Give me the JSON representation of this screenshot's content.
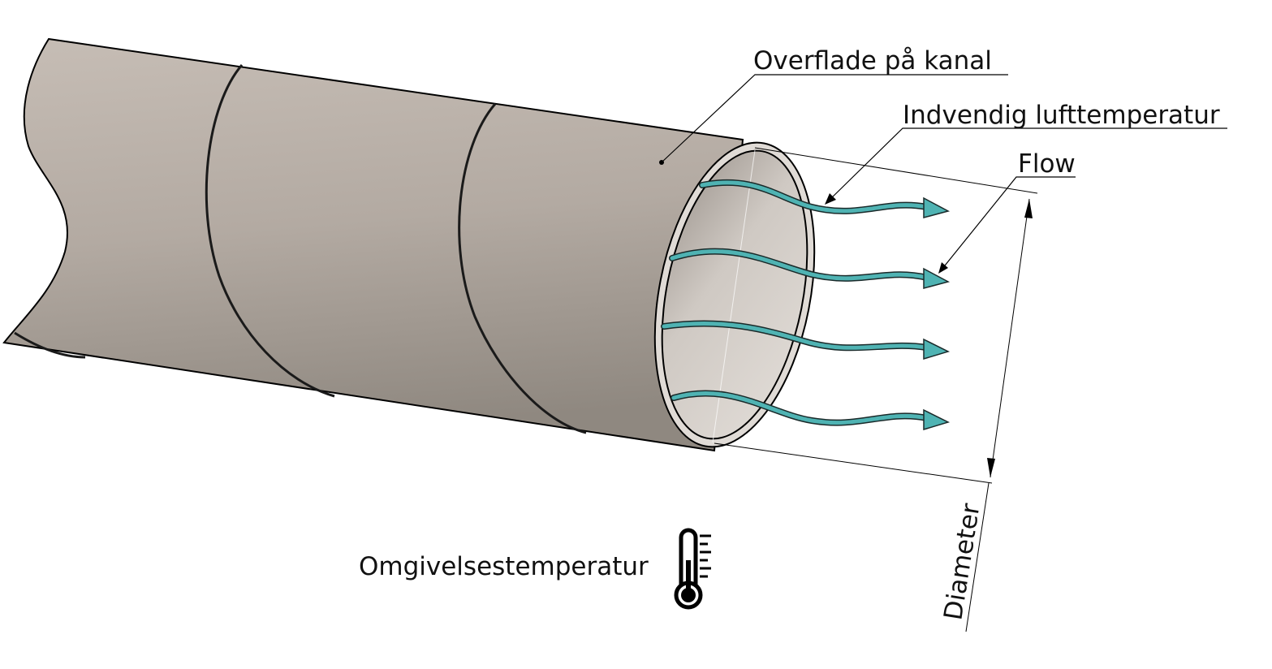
{
  "labels": {
    "surface": "Overflade på kanal",
    "inner_temp": "Indvendig lufttemperatur",
    "flow": "Flow",
    "ambient_temp": "Omgivelsestemperatur",
    "diameter": "Diameter"
  },
  "icons": {
    "thermometer": "thermometer-icon"
  },
  "colors": {
    "duct": "#b5aba3",
    "duct_inner": "#d2cdc8",
    "flow_arrow": "#4fb3b3",
    "line": "#000000"
  }
}
